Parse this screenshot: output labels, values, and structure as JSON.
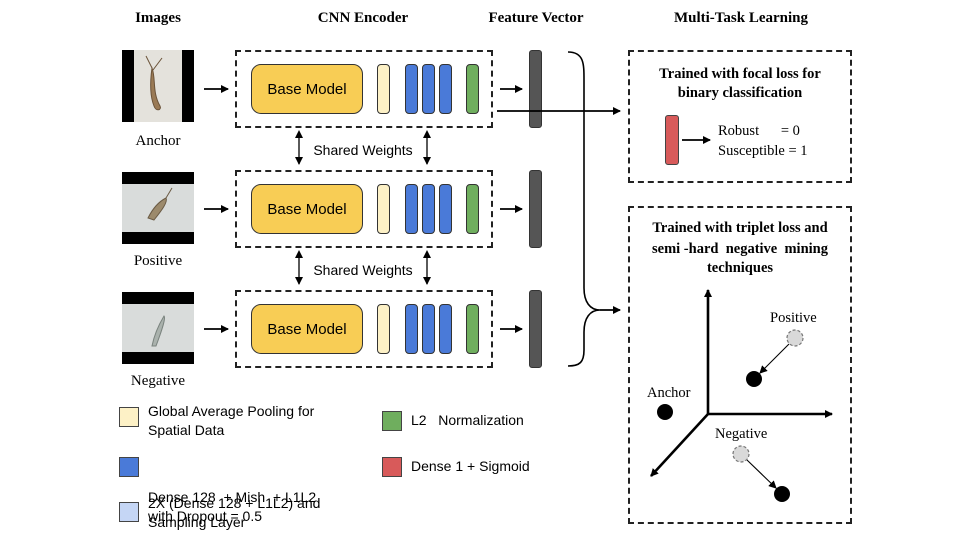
{
  "headers": {
    "images": "Images",
    "cnn_encoder": "CNN Encoder",
    "feature_vector": "Feature Vector",
    "multitask": "Multi-Task Learning"
  },
  "samples": [
    {
      "label": "Anchor"
    },
    {
      "label": "Positive"
    },
    {
      "label": "Negative"
    }
  ],
  "encoder": {
    "base_model": "Base Model",
    "shared_weights": "Shared Weights"
  },
  "colors": {
    "base_model": "#f8cd55",
    "gap": "#fdf1c6",
    "dense": "#4a7ad8",
    "dense_light": "#c5d6f5",
    "l2": "#6fae5e",
    "sigmoid": "#d85a5a",
    "feature": "#555555"
  },
  "classification_panel": {
    "title_line1": "Trained with focal loss for",
    "title_line2": "binary classification",
    "robust": "Robust      = 0",
    "susceptible": "Susceptible = 1"
  },
  "triplet_panel": {
    "title_line1": "Trained with triplet loss and",
    "title_line2": "semi -hard  negative  mining",
    "title_line3": "techniques",
    "anchor": "Anchor",
    "positive": "Positive",
    "negative": "Negative"
  },
  "legend": [
    {
      "text_line1": "Global Average Pooling for",
      "text_line2": "Spatial Data",
      "color": "#fdf1c6"
    },
    {
      "text_line1": "Dense 128  + Mish  + L1L2",
      "text_line2": "with Dropout = 0.5",
      "color": "#4a7ad8"
    },
    {
      "text_line1": "2X (Dense 128 + L1L2) and",
      "text_line2": "Sampling Layer",
      "color": "#c5d6f5"
    },
    {
      "text_line1": "L2   Normalization",
      "color": "#6fae5e"
    },
    {
      "text_line1": "Dense 1 + Sigmoid",
      "color": "#d85a5a"
    }
  ]
}
